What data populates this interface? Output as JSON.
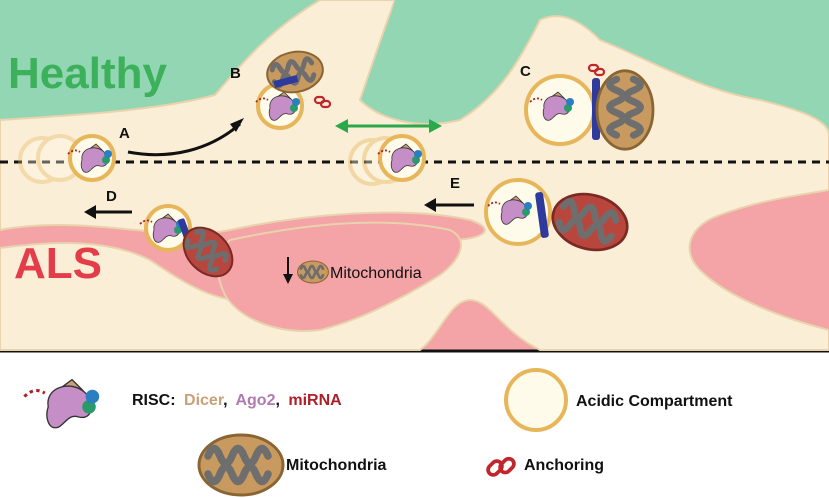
{
  "regions": {
    "healthy": "Healthy",
    "als": "ALS"
  },
  "panels": {
    "a": "A",
    "b": "B",
    "c": "C",
    "d": "D",
    "e": "E"
  },
  "annotation": {
    "mitochondria_decrease": "Mitochondria"
  },
  "legend": {
    "risc_prefix": "RISC:",
    "dicer": "Dicer",
    "sep1": ",",
    "ago2": "Ago2",
    "sep2": ",",
    "mirna": "miRNA",
    "acidic_compartment": "Acidic Compartment",
    "mitochondria": "Mitochondria",
    "anchoring": "Anchoring"
  },
  "colors": {
    "healthy_bg": "#93d6b4",
    "healthy_text": "#3cb05a",
    "als_bg": "#f4a3a6",
    "als_text": "#e53c4a",
    "cytoplasm": "#fbeed6",
    "compartment_ring": "#e7b65a",
    "compartment_fill": "#fffbea",
    "mito_outer": "#c89a60",
    "mito_cristae": "#6e6e6e",
    "mito_als_outer": "#b9463d",
    "dicer": "#c9a079",
    "ago2": "#c58ec7",
    "mirna": "#b01e28",
    "anchor_bar": "#2e3b9c",
    "transport_arrow": "#2aa84a"
  },
  "icons": [
    "risc-complex-icon",
    "acidic-compartment-icon",
    "mitochondrion-icon",
    "anchoring-link-icon",
    "down-arrow-icon"
  ]
}
